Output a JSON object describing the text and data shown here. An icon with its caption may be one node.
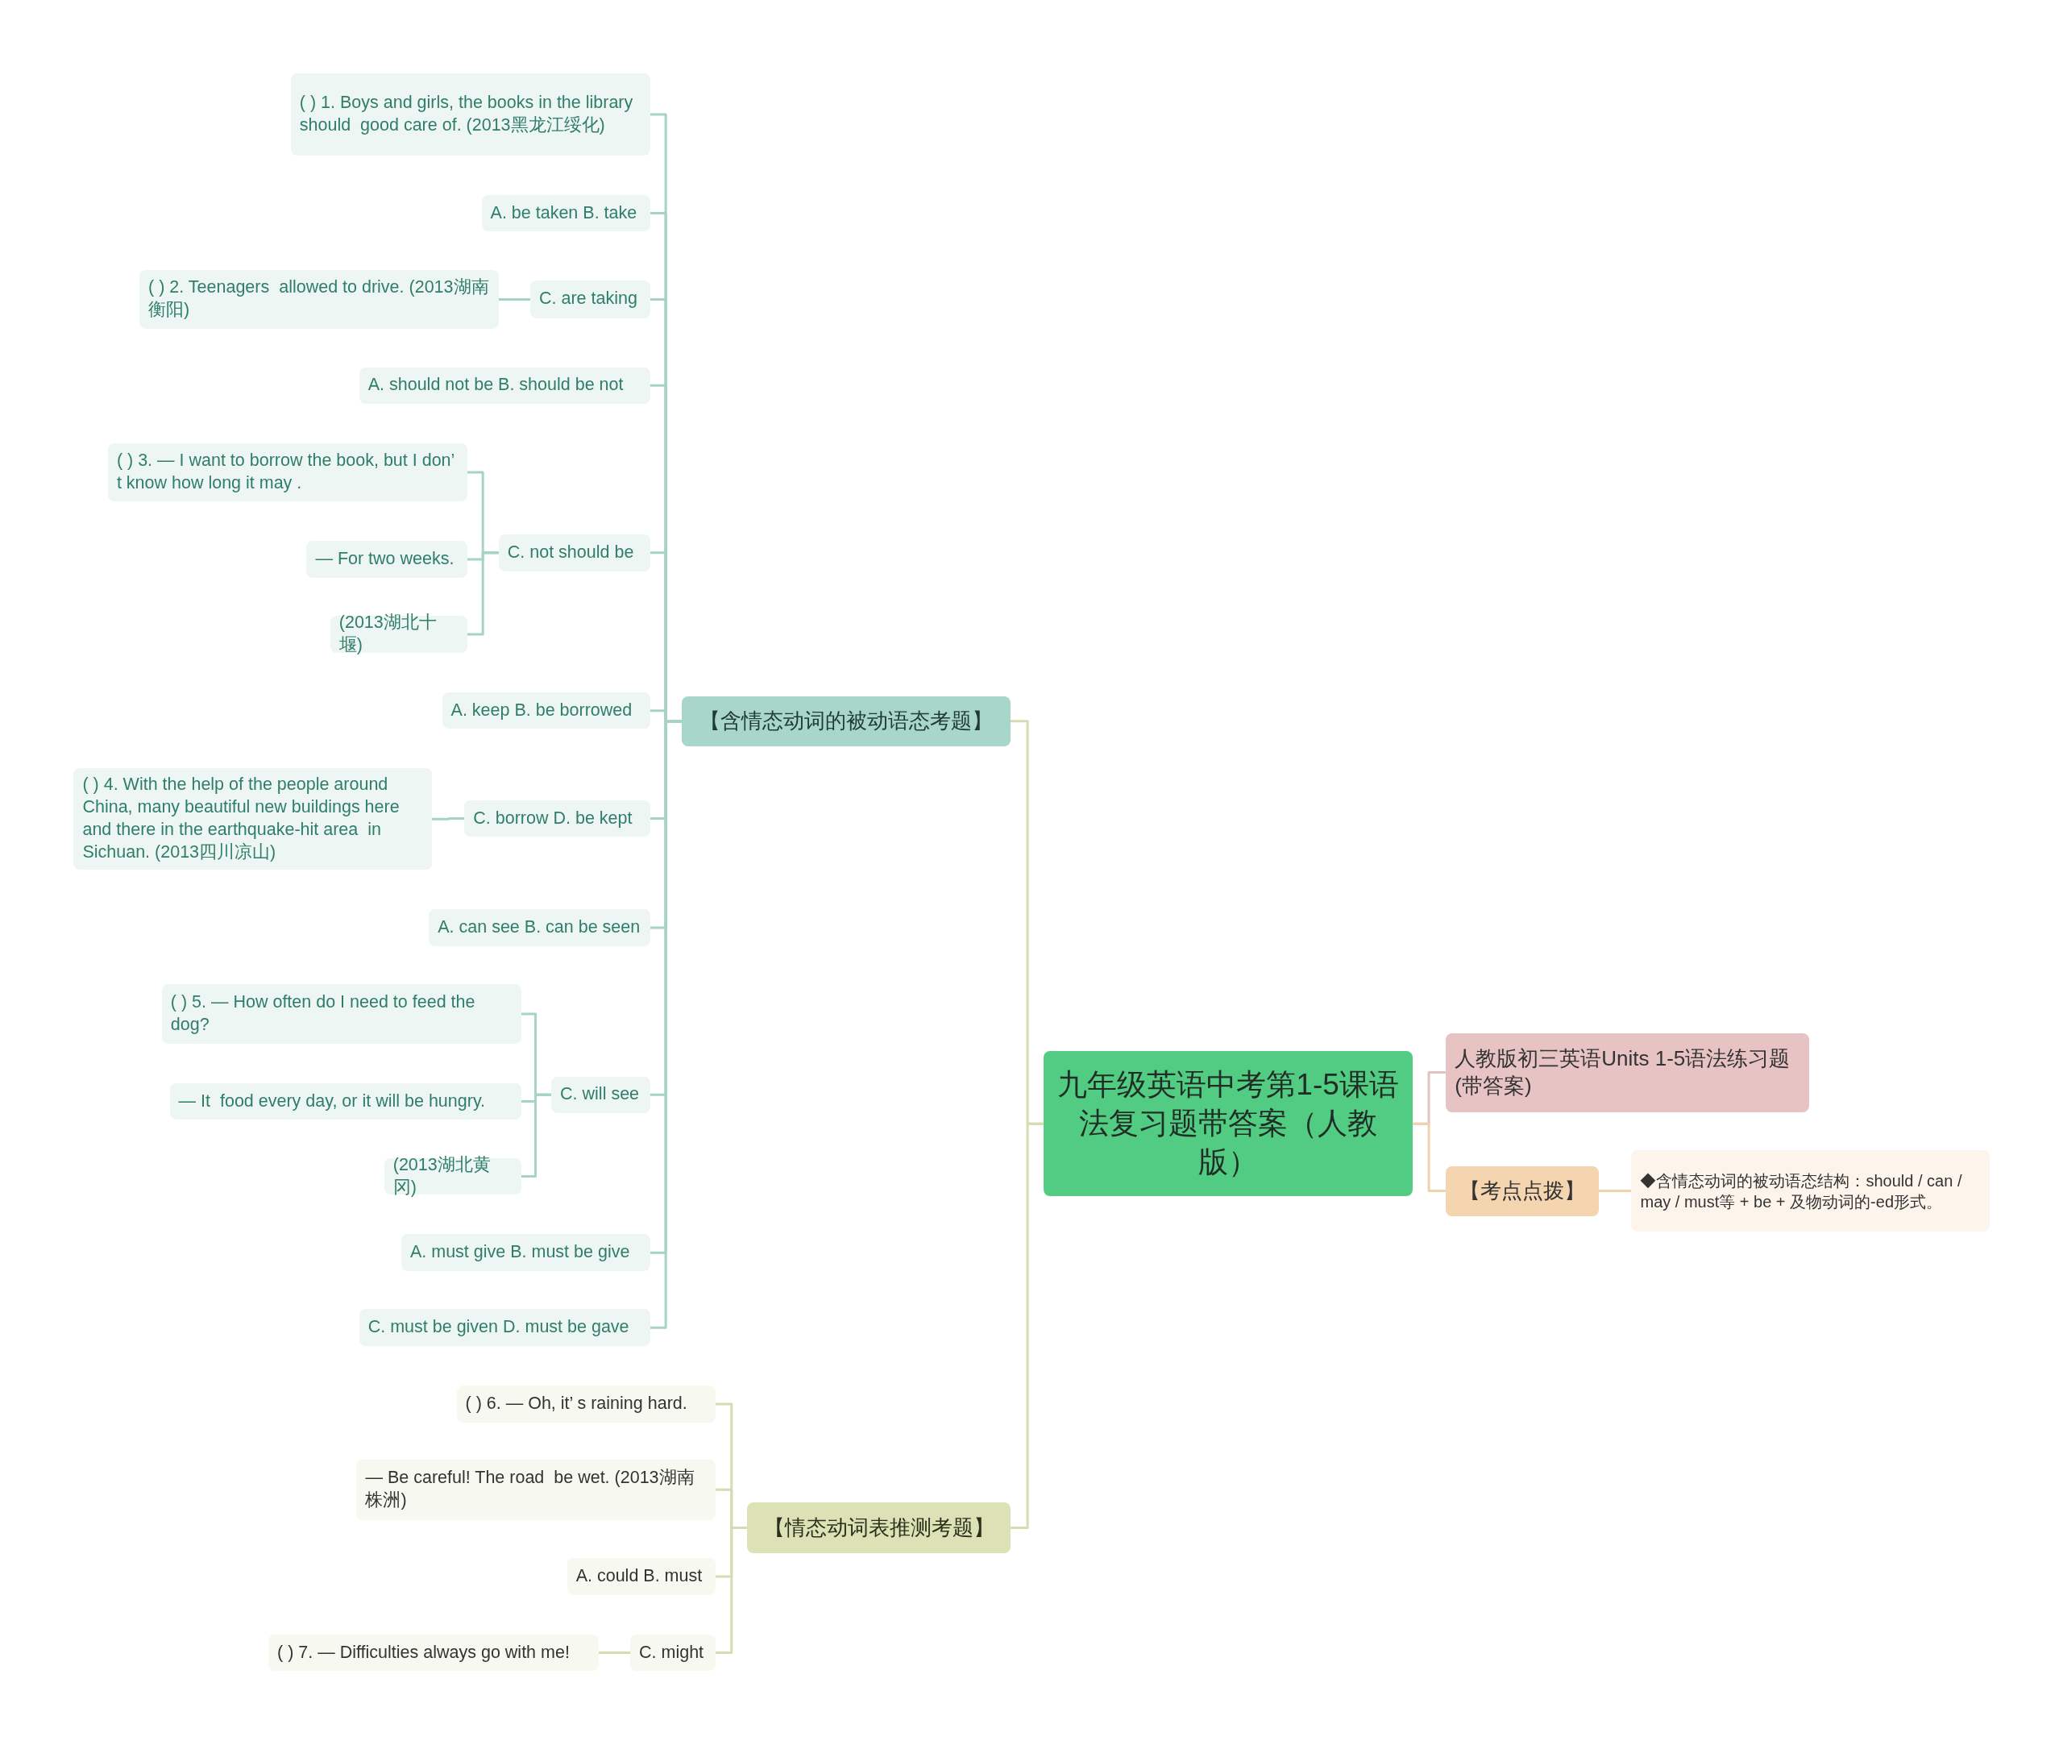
{
  "diagram": {
    "nodes": [
      {
        "text": [
          "九年级英语中考第1-5课语法复习题带答案（人教版）"
        ]
      },
      {
        "text": [
          "【含情态动词的被动语态考题】"
        ]
      },
      {
        "text": [
          "( ) 1. Boys and girls, the books in the library should  good care of. (2013黑龙江绥化)"
        ]
      },
      {
        "text": [
          "A. be taken B. take"
        ]
      },
      {
        "text": [
          "C. are taking"
        ]
      },
      {
        "text": [
          "( ) 2. Teenagers  allowed to drive. (2013湖南衡阳)"
        ]
      },
      {
        "text": [
          "A. should not be B. should be not"
        ]
      },
      {
        "text": [
          "C. not should be"
        ]
      },
      {
        "text": [
          "( ) 3. — I want to borrow the book, but I don’ t know how long it may ."
        ]
      },
      {
        "text": [
          "— For two weeks."
        ]
      },
      {
        "text": [
          "(2013湖北十堰)"
        ]
      },
      {
        "text": [
          "A. keep B. be borrowed"
        ]
      },
      {
        "text": [
          "C. borrow D. be kept"
        ]
      },
      {
        "text": [
          "( ) 4. With the help of the people around China, many beautiful new buildings here and there in the earthquake-hit area  in Sichuan. (2013四川凉山)"
        ]
      },
      {
        "text": [
          "A. can see B. can be seen"
        ]
      },
      {
        "text": [
          "C. will see"
        ]
      },
      {
        "text": [
          "( ) 5. — How often do I need to feed the dog?"
        ]
      },
      {
        "text": [
          "— It  food every day, or it will be hungry."
        ]
      },
      {
        "text": [
          "(2013湖北黄冈)"
        ]
      },
      {
        "text": [
          "A. must give B. must be give"
        ]
      },
      {
        "text": [
          "C. must be given D. must be gave"
        ]
      },
      {
        "text": [
          "【情态动词表推测考题】"
        ]
      },
      {
        "text": [
          "( ) 6. — Oh, it’ s raining hard."
        ]
      },
      {
        "text": [
          "— Be careful! The road  be wet. (2013湖南株洲)"
        ]
      },
      {
        "text": [
          "A. could B. must"
        ]
      },
      {
        "text": [
          "C. might"
        ]
      },
      {
        "text": [
          "( ) 7. — Difficulties always go with me!"
        ]
      },
      {
        "text": [
          "人教版初三英语Units 1-5语法练习题(带答案)"
        ]
      },
      {
        "text": [
          "【考点点拨】"
        ]
      },
      {
        "text": [
          "◆含情态动词的被动语态结构：should / can / may / must等 + be + 及物动词的-ed形式。"
        ]
      }
    ],
    "edges": [
      {
        "from": 0,
        "to": 1,
        "arrow": "none"
      },
      {
        "from": 0,
        "to": 21,
        "arrow": "none"
      },
      {
        "from": 0,
        "to": 27,
        "arrow": "none",
        "color": "#e6c1c1"
      },
      {
        "from": 0,
        "to": 28,
        "arrow": "none",
        "color": "#f2d2ae"
      },
      {
        "from": 28,
        "to": 29,
        "arrow": "none",
        "color": "#f2d2ae"
      },
      {
        "from": 1,
        "to": 2,
        "arrow": "none",
        "color": "#a6d3c6"
      },
      {
        "from": 1,
        "to": 3,
        "arrow": "none",
        "color": "#a6d3c6"
      },
      {
        "from": 1,
        "to": 4,
        "arrow": "none",
        "color": "#a6d3c6"
      },
      {
        "from": 4,
        "to": 5,
        "arrow": "none",
        "color": "#a6d3c6"
      },
      {
        "from": 1,
        "to": 6,
        "arrow": "none",
        "color": "#a6d3c6"
      },
      {
        "from": 1,
        "to": 7,
        "arrow": "none",
        "color": "#a6d3c6"
      },
      {
        "from": 7,
        "to": 8,
        "arrow": "none",
        "color": "#a6d3c6"
      },
      {
        "from": 7,
        "to": 9,
        "arrow": "none",
        "color": "#a6d3c6"
      },
      {
        "from": 7,
        "to": 10,
        "arrow": "none",
        "color": "#a6d3c6"
      },
      {
        "from": 1,
        "to": 11,
        "arrow": "none",
        "color": "#a6d3c6"
      },
      {
        "from": 1,
        "to": 12,
        "arrow": "none",
        "color": "#a6d3c6"
      },
      {
        "from": 12,
        "to": 13,
        "arrow": "none",
        "color": "#a6d3c6"
      },
      {
        "from": 1,
        "to": 14,
        "arrow": "none",
        "color": "#a6d3c6"
      },
      {
        "from": 1,
        "to": 15,
        "arrow": "none",
        "color": "#a6d3c6"
      },
      {
        "from": 15,
        "to": 16,
        "arrow": "none",
        "color": "#a6d3c6"
      },
      {
        "from": 15,
        "to": 17,
        "arrow": "none",
        "color": "#a6d3c6"
      },
      {
        "from": 15,
        "to": 18,
        "arrow": "none",
        "color": "#a6d3c6"
      },
      {
        "from": 1,
        "to": 19,
        "arrow": "none",
        "color": "#a6d3c6"
      },
      {
        "from": 1,
        "to": 20,
        "arrow": "none",
        "color": "#a6d3c6"
      },
      {
        "from": 21,
        "to": 22,
        "arrow": "none"
      },
      {
        "from": 21,
        "to": 23,
        "arrow": "none"
      },
      {
        "from": 21,
        "to": 24,
        "arrow": "none"
      },
      {
        "from": 21,
        "to": 25,
        "arrow": "none"
      },
      {
        "from": 25,
        "to": 26,
        "arrow": "none"
      }
    ]
  }
}
